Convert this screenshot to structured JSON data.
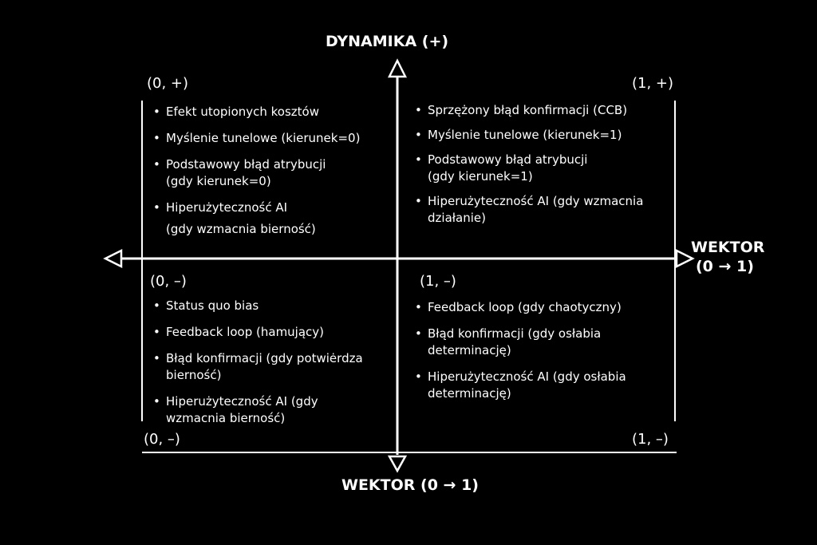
{
  "axes": {
    "top": "DYNAMIKA (+)",
    "right_line1": "WEKTOR",
    "right_line2": "(0 → 1)",
    "bottom": "WEKTOR (0 → 1)"
  },
  "corners": {
    "top_left": "(0, +)",
    "top_right": "(1, +)",
    "mid_left": "(0, –)",
    "mid_right": "(1, –)",
    "bottom_left": "(0, –)",
    "bottom_right": "(1, –)"
  },
  "quadrants": {
    "top_left": [
      "Efekt utopionych kosztów",
      "Myślenie tunelowe (kierunek=0)",
      "Podstawowy błąd atrybucji",
      "(gdy kierunek=0)",
      "Hiperużyteczność AI",
      "(gdy wzmacnia bierność)"
    ],
    "top_right": [
      "Sprzężony błąd konfirmacji (CCB)",
      "Myślenie tunelowe (kierunek=1)",
      "Podstawowy błąd atrybucji",
      "(gdy kierunek=1)",
      "Hiperużyteczność AI (gdy wzmacnia",
      "działanie)"
    ],
    "bottom_left": [
      "Status quo bias",
      "Feedback loop (hamujący)",
      "Błąd konfirmacji (gdy potwiėrdza",
      "bierność)",
      "Hiperużyteczność AI (gdy",
      "wzmacnia bierność)"
    ],
    "bottom_right": [
      "Feedback loop (gdy chaotyczny)",
      "Błąd konfirmacji (gdy osłabia",
      "determinację)",
      "Hiperużyteczność AI (gdy osłabia",
      "determinację)"
    ]
  },
  "colors": {
    "background": "#000000",
    "foreground": "#ffffff"
  }
}
